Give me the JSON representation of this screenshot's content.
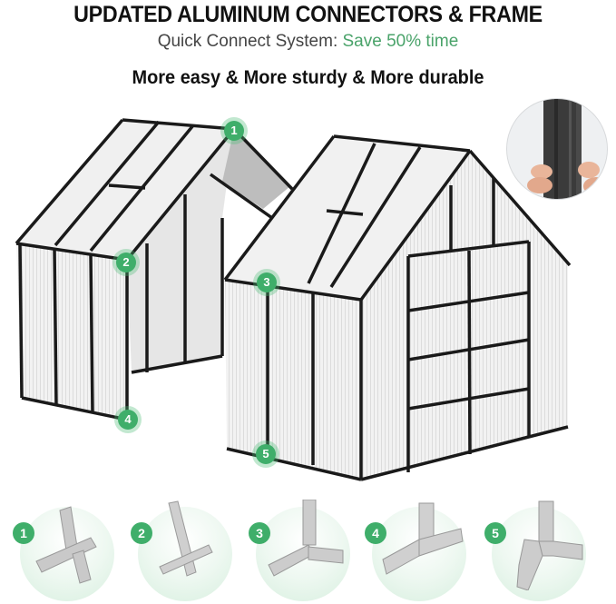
{
  "header": {
    "title": "UPDATED ALUMINUM CONNECTORS & FRAME",
    "subtitle_prefix": "Quick Connect System: ",
    "subtitle_accent": "Save 50% time",
    "tagline": "More easy & More sturdy & More durable"
  },
  "colors": {
    "accent_green": "#3fae6a",
    "frame_black": "#1a1a1a",
    "text_dark": "#111111",
    "text_gray": "#444444"
  },
  "scene": {
    "callouts": [
      {
        "label": "1"
      },
      {
        "label": "2"
      },
      {
        "label": "3"
      },
      {
        "label": "4"
      },
      {
        "label": "5"
      }
    ],
    "inset_description": "hand-holding-aluminum-profile"
  },
  "connectors": [
    {
      "label": "1",
      "shape": "cross-connector"
    },
    {
      "label": "2",
      "shape": "cross-connector-angled"
    },
    {
      "label": "3",
      "shape": "t-connector-angled"
    },
    {
      "label": "4",
      "shape": "t-connector"
    },
    {
      "label": "5",
      "shape": "three-way-connector"
    }
  ]
}
